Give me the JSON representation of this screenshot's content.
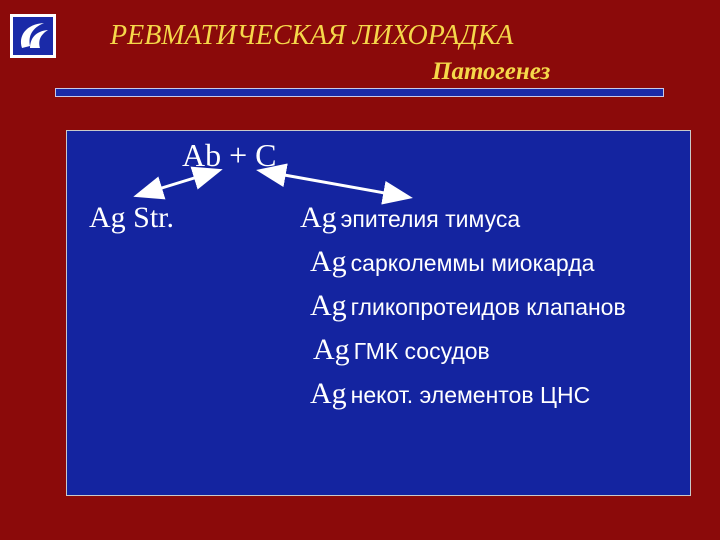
{
  "slide": {
    "title": "РЕВМАТИЧЕСКАЯ ЛИХОРАДКА",
    "subtitle": "Патогенез"
  },
  "logo": {
    "icon": "stylized-wave-logo-icon"
  },
  "diagram": {
    "complex": "Ab + C",
    "left_antigen": "Ag Str.",
    "antigen_prefix": "Ag",
    "cross_reactive": [
      "эпителия тимуса",
      "сарколеммы миокарда",
      "гликопротеидов клапанов",
      "ГМК сосудов",
      "некот. элементов ЦНС"
    ]
  },
  "colors": {
    "background": "#8b0a0a",
    "title_text": "#f5d84a",
    "panel": "#1424a0",
    "text": "#ffffff"
  }
}
